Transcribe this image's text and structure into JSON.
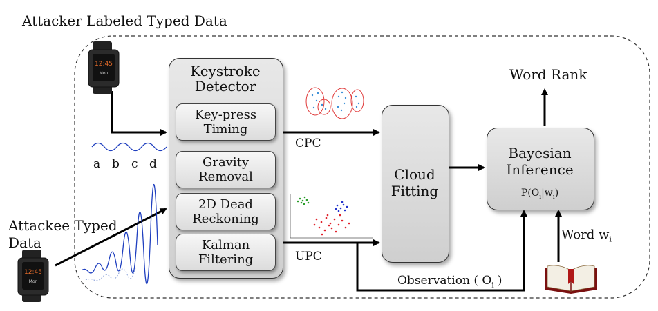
{
  "diagram": {
    "title": "Attacker Labeled Typed Data",
    "attackee_label": "Attackee Typed\nData",
    "keystroke_detector": {
      "title": "Keystroke\nDetector",
      "modules": [
        "Key-press\nTiming",
        "Gravity\nRemoval",
        "2D Dead\nReckoning",
        "Kalman\nFiltering"
      ]
    },
    "letters": [
      "a",
      "b",
      "c",
      "d"
    ],
    "cpc_label": "CPC",
    "upc_label": "UPC",
    "cloud_fitting": "Cloud\nFitting",
    "bayesian": {
      "title": "Bayesian\nInference",
      "formula_main": "P(O",
      "formula_sub1": "i",
      "formula_mid": "|w",
      "formula_sub2": "i",
      "formula_end": ")"
    },
    "word_rank": "Word Rank",
    "word_wi": "Word w",
    "word_wi_sub": "i",
    "observation": "Observation ( O",
    "observation_sub": "i",
    "observation_end": " )",
    "colors": {
      "box_fill": "#d9d9d9",
      "arrow": "#000000",
      "wave_blue": "#1f3fbf",
      "scatter_green": "#2a9d2a",
      "scatter_blue": "#2233cc",
      "scatter_red": "#e0202a",
      "cluster_red": "#e03a3a",
      "cluster_dots": "#3a8fd8"
    },
    "icons": [
      "smartwatch-icon",
      "smartwatch-icon",
      "book-icon"
    ]
  }
}
